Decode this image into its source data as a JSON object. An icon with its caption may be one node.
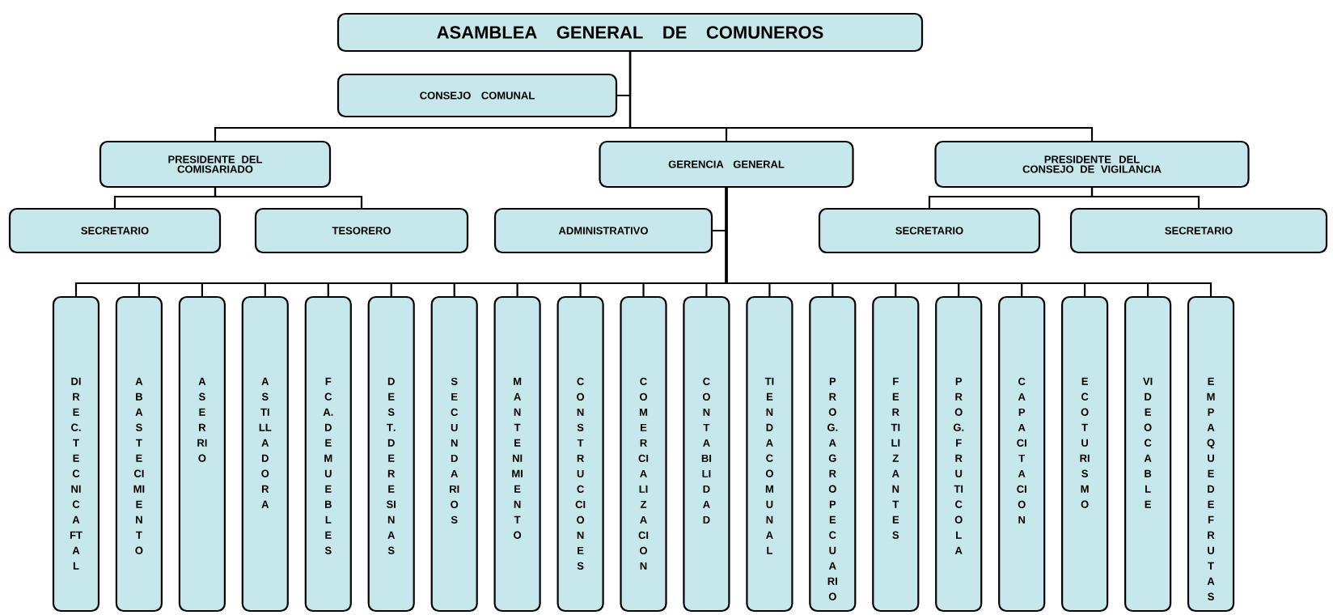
{
  "diagram": {
    "nodes": [
      {
        "text": [
          "ASAMBLEA GENERAL DE COMUNEROS"
        ]
      },
      {
        "text": [
          "CONSEJO COMUNAL"
        ]
      },
      {
        "text": [
          "PRESIDENTE DEL COMISARIADO"
        ]
      },
      {
        "text": [
          "GERENCIA GENERAL"
        ]
      },
      {
        "text": [
          "PRESIDENTE DEL CONSEJO DE VIGILANCIA"
        ]
      },
      {
        "text": [
          "SECRETARIO"
        ]
      },
      {
        "text": [
          "TESORERO"
        ]
      },
      {
        "text": [
          "ADMINISTRATIVO"
        ]
      },
      {
        "text": [
          "SECRETARIO"
        ]
      },
      {
        "text": [
          "SECRETARIO"
        ]
      },
      {
        "text": [
          "DIREC.TECNICA FTAL"
        ]
      },
      {
        "text": [
          "ABASTECIMIENTO"
        ]
      },
      {
        "text": [
          "ASERRIO"
        ]
      },
      {
        "text": [
          "ASTILLADORA"
        ]
      },
      {
        "text": [
          "FCA. DE MUEBLES"
        ]
      },
      {
        "text": [
          "DEST. DE RESINAS"
        ]
      },
      {
        "text": [
          "SECUNDARIOS"
        ]
      },
      {
        "text": [
          "MANTENIMIENTO"
        ]
      },
      {
        "text": [
          "CONSTRUCCIONES"
        ]
      },
      {
        "text": [
          "COMERCIALIZACION"
        ]
      },
      {
        "text": [
          "CONTABILIDAD"
        ]
      },
      {
        "text": [
          "TIENDA COMUNAL"
        ]
      },
      {
        "text": [
          "PROG. AGROPECUARIO"
        ]
      },
      {
        "text": [
          "FERTILIZANTES"
        ]
      },
      {
        "text": [
          "PROG. FRUTICOLA"
        ]
      },
      {
        "text": [
          "CAPACITACION"
        ]
      },
      {
        "text": [
          "ECOTURISMO"
        ]
      },
      {
        "text": [
          "VIDEO CABLE"
        ]
      },
      {
        "text": [
          "EMPAQUE DE FRUTAS"
        ]
      }
    ],
    "edges": [
      {
        "from": 0,
        "to": 1,
        "arrow": "none"
      },
      {
        "from": 0,
        "to": 2,
        "arrow": "none"
      },
      {
        "from": 0,
        "to": 3,
        "arrow": "none"
      },
      {
        "from": 0,
        "to": 4,
        "arrow": "none"
      },
      {
        "from": 2,
        "to": 5,
        "arrow": "none"
      },
      {
        "from": 2,
        "to": 6,
        "arrow": "none"
      },
      {
        "from": 3,
        "to": 7,
        "arrow": "none"
      },
      {
        "from": 4,
        "to": 8,
        "arrow": "none"
      },
      {
        "from": 4,
        "to": 9,
        "arrow": "none"
      },
      {
        "from": 3,
        "to": 10,
        "arrow": "none"
      },
      {
        "from": 3,
        "to": 11,
        "arrow": "none"
      },
      {
        "from": 3,
        "to": 12,
        "arrow": "none"
      },
      {
        "from": 3,
        "to": 13,
        "arrow": "none"
      },
      {
        "from": 3,
        "to": 14,
        "arrow": "none"
      },
      {
        "from": 3,
        "to": 15,
        "arrow": "none"
      },
      {
        "from": 3,
        "to": 16,
        "arrow": "none"
      },
      {
        "from": 3,
        "to": 17,
        "arrow": "none"
      },
      {
        "from": 3,
        "to": 18,
        "arrow": "none"
      },
      {
        "from": 3,
        "to": 19,
        "arrow": "none"
      },
      {
        "from": 3,
        "to": 20,
        "arrow": "none"
      },
      {
        "from": 3,
        "to": 21,
        "arrow": "none"
      },
      {
        "from": 3,
        "to": 22,
        "arrow": "none"
      },
      {
        "from": 3,
        "to": 23,
        "arrow": "none"
      },
      {
        "from": 3,
        "to": 24,
        "arrow": "none"
      },
      {
        "from": 3,
        "to": 25,
        "arrow": "none"
      },
      {
        "from": 3,
        "to": 26,
        "arrow": "none"
      },
      {
        "from": 3,
        "to": 27,
        "arrow": "none"
      },
      {
        "from": 3,
        "to": 28,
        "arrow": "none"
      }
    ]
  }
}
